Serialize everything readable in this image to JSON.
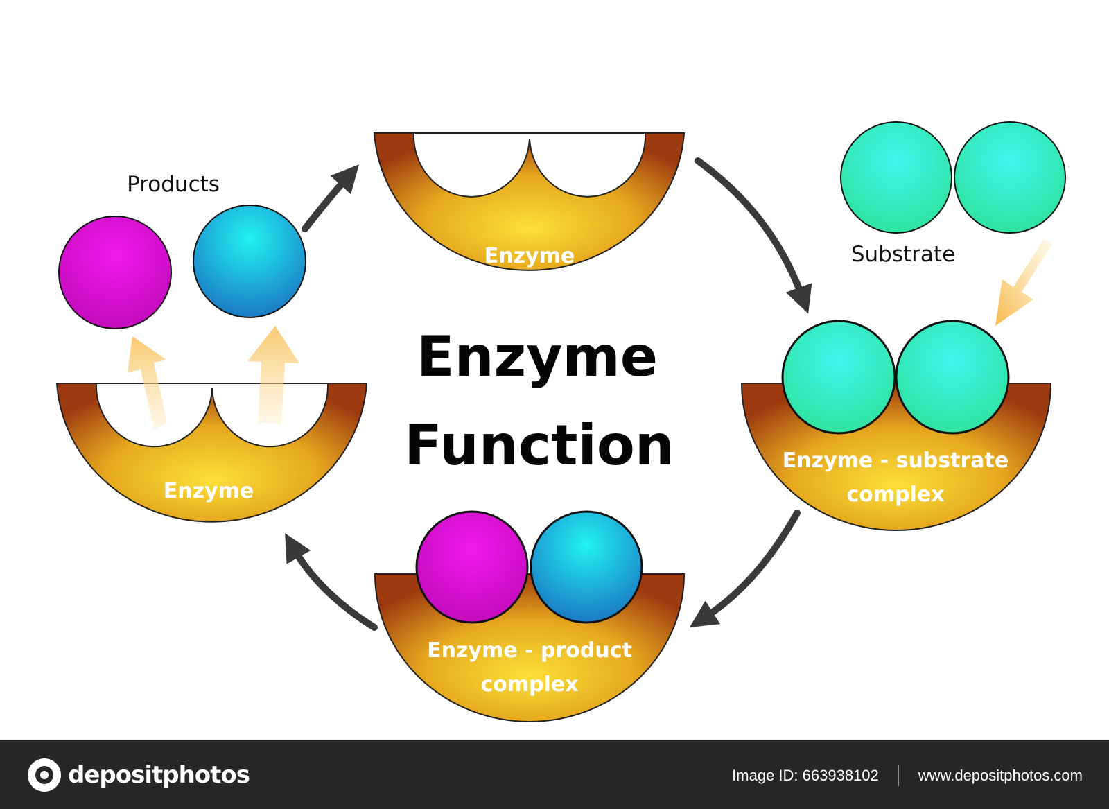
{
  "title": {
    "line1": "Enzyme",
    "line2": "Function"
  },
  "stages": {
    "enzyme_top": "Enzyme",
    "substrate_label": "Substrate",
    "complex_es": {
      "line1": "Enzyme - substrate",
      "line2": "complex"
    },
    "complex_ep": {
      "line1": "Enzyme - product",
      "line2": "complex"
    },
    "enzyme_left": "Enzyme",
    "products_label": "Products"
  },
  "colors": {
    "substrate": "#33e8b8",
    "product_magenta": "#e014d8",
    "product_blue": "#1fb0dc",
    "enzyme_light": "#f8da30",
    "enzyme_dark": "#a0360e",
    "arrow": "#3a3a3a",
    "arrow_highlight": "#f9c971"
  },
  "footer": {
    "brand": "depositphotos",
    "image_id": "Image ID: 663938102",
    "site": "www.depositphotos.com"
  }
}
